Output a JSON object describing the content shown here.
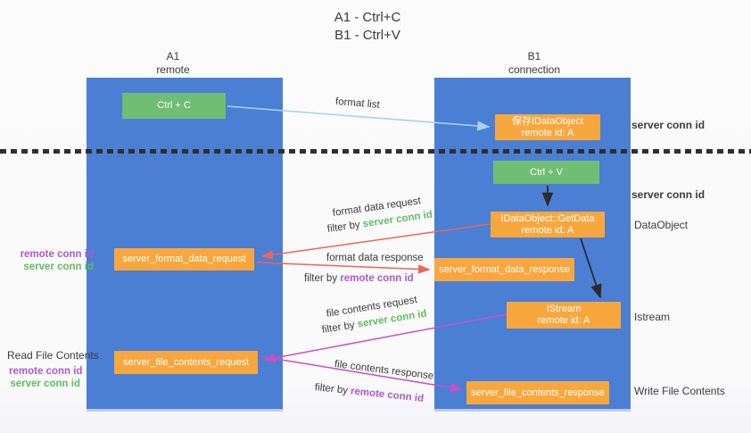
{
  "title": {
    "line1": "A1 - Ctrl+C",
    "line2": "B1 - Ctrl+V"
  },
  "lifelines": {
    "a1": {
      "id": "A1",
      "role": "remote"
    },
    "b1": {
      "id": "B1",
      "role": "connection"
    }
  },
  "nodes": {
    "ctrl_c": {
      "label": "Ctrl + C"
    },
    "save_idataobject": {
      "line1": "保存IDataObject",
      "line2": "remote id: A"
    },
    "ctrl_v": {
      "label": "Ctrl + V"
    },
    "getdata": {
      "line1": "IDataObject::GetData",
      "line2": "remote id: A"
    },
    "format_request": {
      "label": "server_format_data_request"
    },
    "format_response": {
      "label": "server_format_data_response"
    },
    "istream": {
      "line1": "IStream",
      "line2": "remote id: A"
    },
    "file_request": {
      "label": "server_file_contents_request"
    },
    "file_response": {
      "label": "server_file_contents_response"
    }
  },
  "arrows": {
    "format_list": {
      "label": "format list"
    },
    "format_data_request": {
      "label": "format data request",
      "filter_prefix": "filter by",
      "filter_key": "server conn id"
    },
    "format_data_response": {
      "label": "format data response",
      "filter_prefix": "filter by",
      "filter_key": "remote conn id"
    },
    "file_contents_request": {
      "label": "file contents request",
      "filter_prefix": "filter by",
      "filter_key": "server conn id"
    },
    "file_contents_response": {
      "label": "file contents response",
      "filter_prefix": "filter by",
      "filter_key": "remote conn id"
    }
  },
  "annotations": {
    "server_conn_id_top": "server conn id",
    "server_conn_id_mid": "server conn id",
    "dataobject": "DataObject",
    "istream": "Istream",
    "read_file_contents": "Read File Contents",
    "write_file_contents": "Write File Contents",
    "left_pair_1": {
      "remote": "remote conn id",
      "server": "server conn id"
    },
    "left_pair_2": {
      "remote": "remote conn id",
      "server": "server conn id"
    }
  },
  "colors": {
    "lifeline_blue": "#4a7fd4",
    "node_green": "#6fbe73",
    "node_orange": "#f8a73e",
    "accent_green": "#5fbd60",
    "accent_purple": "#b058c8",
    "arrow_red": "#ec655a",
    "arrow_magenta": "#ca50c5",
    "arrow_light_blue": "#a6d3ef",
    "arrow_black": "#2b2b2b"
  }
}
